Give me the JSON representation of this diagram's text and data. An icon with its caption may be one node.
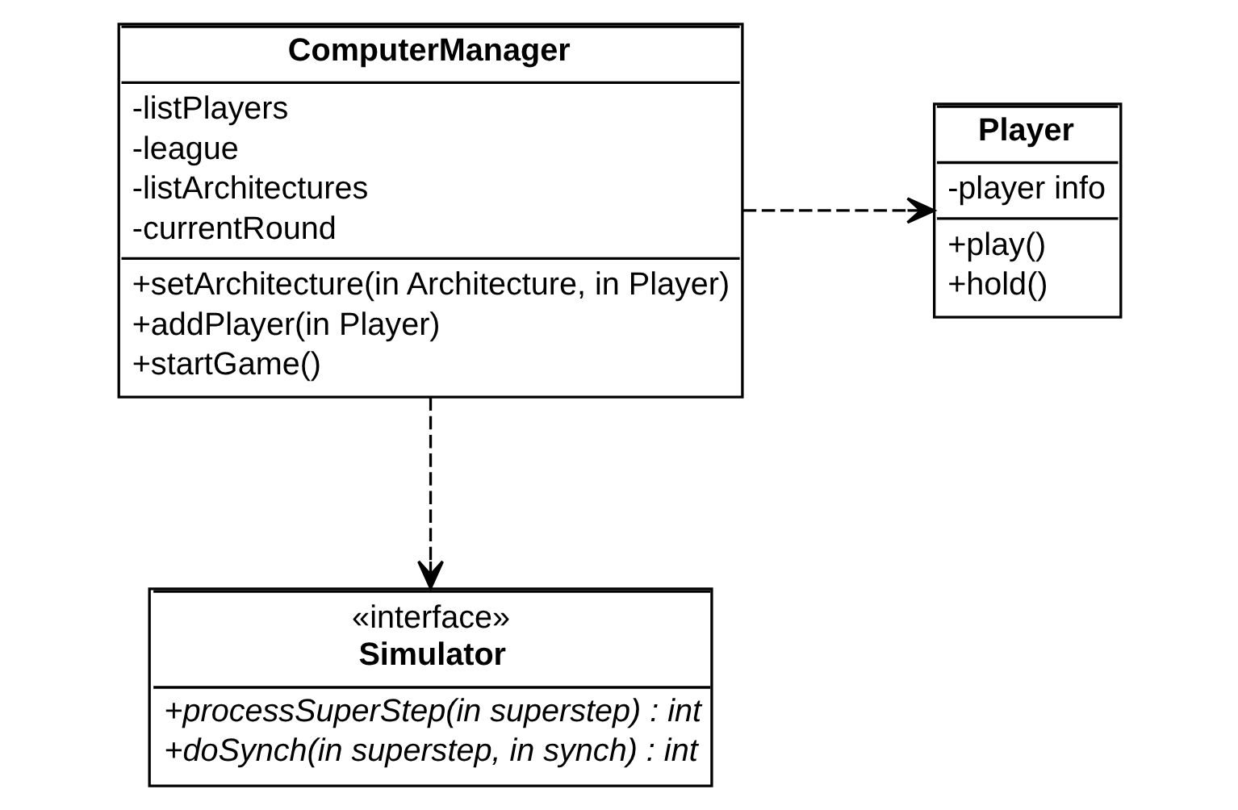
{
  "diagram": {
    "nodes": [
      {
        "text": [
          "Player",
          "-player info",
          "+play()",
          "+hold()"
        ]
      },
      {
        "text": [
          "ComputerManager",
          "-listPlayers",
          "-league",
          "-listArchitectures",
          "-currentRound",
          "+setArchitecture(in Architecture, in Player)",
          "+addPlayer(in Player)",
          "+startGame()"
        ]
      },
      {
        "text": [
          "«interface»",
          "Simulator",
          "+processSuperStep(in superstep) : int",
          "+doSynch(in superstep, in synch) : int"
        ]
      }
    ],
    "edges": [
      {
        "from": 1,
        "to": 0,
        "arrow": "to",
        "style": "dashed"
      },
      {
        "from": 1,
        "to": 2,
        "arrow": "to",
        "style": "dashed"
      }
    ]
  }
}
